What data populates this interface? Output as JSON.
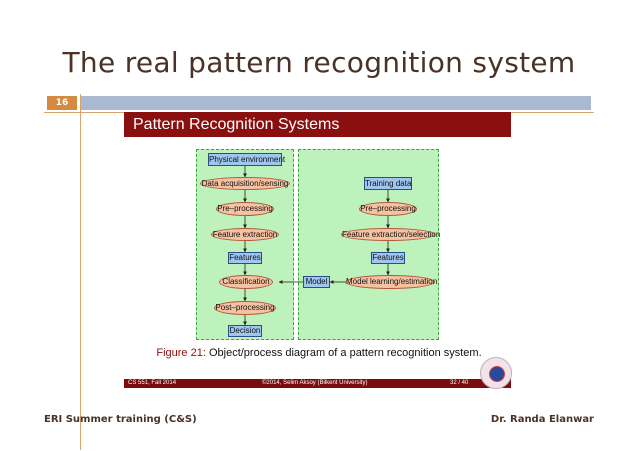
{
  "slide": {
    "title": "The real pattern recognition system",
    "number": "16"
  },
  "banner": {
    "title": "Pattern Recognition Systems"
  },
  "diagram": {
    "left_nodes": {
      "physical_environment": "Physical environment",
      "data_acquisition": "Data acquisition/sensing",
      "pre_processing": "Pre–processing",
      "feature_extraction": "Feature extraction",
      "features": "Features",
      "classification": "Classification",
      "post_processing": "Post–processing",
      "decision": "Decision"
    },
    "right_nodes": {
      "training_data": "Training data",
      "pre_processing": "Pre–processing",
      "feature_extraction_selection": "Feature extraction/selection",
      "features": "Features",
      "model": "Model",
      "model_learning": "Model learning/estimation"
    },
    "colors": {
      "panel_fill": "#bdf2bd",
      "box_fill": "#9fc6ef",
      "ellipse_fill": "#f5c2a2"
    }
  },
  "caption": {
    "figure": "Figure 21:",
    "text": "Object/process diagram of a pattern recognition system."
  },
  "source_footer": {
    "course": "CS 551, Fall 2014",
    "author": "©2014, Selim Aksoy (Bilkent University)",
    "page": "32 / 40"
  },
  "footer": {
    "left": "ERI Summer training (C&S)",
    "right": "Dr. Randa Elanwar"
  }
}
